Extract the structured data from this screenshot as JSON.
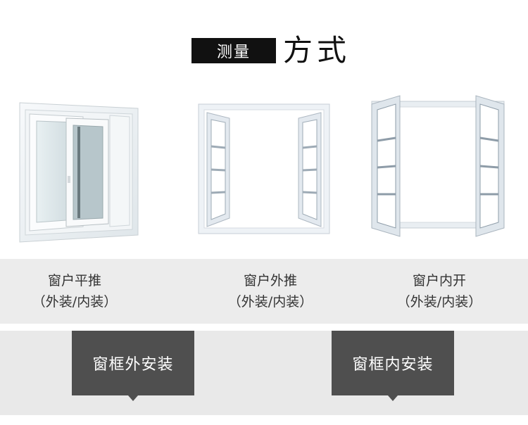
{
  "title": {
    "boxed": "测量",
    "main": "方式"
  },
  "windows": [
    {
      "label": "窗户平推",
      "sub": "（外装/内装）"
    },
    {
      "label": "窗户外推",
      "sub": "（外装/内装）"
    },
    {
      "label": "窗户内开",
      "sub": "（外装/内装）"
    }
  ],
  "install": {
    "outside": "窗框外安装",
    "inside": "窗框内安装"
  },
  "colors": {
    "title_box": "#111111",
    "band": "#ececec",
    "tag": "#4f4f4f"
  }
}
